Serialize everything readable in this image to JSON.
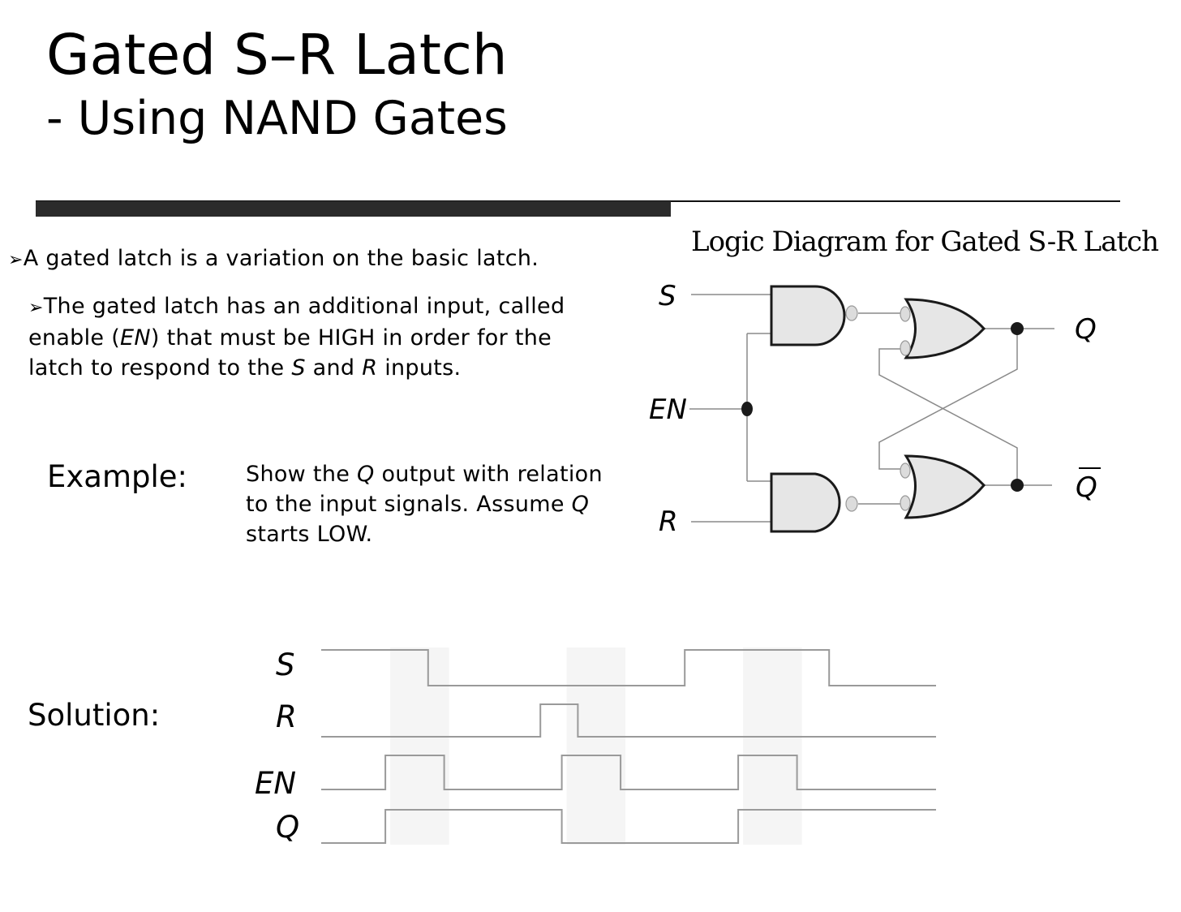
{
  "slide": {
    "title": "Gated S–R Latch",
    "subtitle": "- Using NAND Gates"
  },
  "bullets": [
    {
      "level": 1,
      "marker": "➢",
      "text": "A gated latch is a variation on the basic latch."
    },
    {
      "level": 2,
      "marker": "➢",
      "parts": [
        "The gated latch has an additional input, called enable (",
        "EN",
        ") that must be HIGH in order for the latch to respond to the ",
        "S",
        " and ",
        "R",
        " inputs."
      ]
    }
  ],
  "example": {
    "label": "Example:",
    "parts": [
      "Show the ",
      "Q",
      " output with relation to the input signals. Assume ",
      "Q",
      " starts LOW."
    ]
  },
  "solution": {
    "label": "Solution:"
  },
  "logic_diagram": {
    "title": "Logic Diagram for Gated S-R Latch",
    "inputs": [
      "S",
      "EN",
      "R"
    ],
    "outputs": [
      "Q",
      "Q̄"
    ],
    "output_labels": {
      "q": "Q",
      "q_bar": "Q"
    },
    "gates": [
      {
        "id": "gate-and-s",
        "type": "NAND (AND with inverted output)",
        "inputs": [
          "S",
          "EN"
        ]
      },
      {
        "id": "gate-and-r",
        "type": "NAND (AND with inverted output)",
        "inputs": [
          "EN",
          "R"
        ]
      },
      {
        "id": "gate-or-q",
        "type": "negative-OR (NAND)",
        "inputs": [
          "gate-and-s",
          "Q̄"
        ],
        "output": "Q"
      },
      {
        "id": "gate-or-qbar",
        "type": "negative-OR (NAND)",
        "inputs": [
          "Q",
          "gate-and-r"
        ],
        "output": "Q̄"
      }
    ],
    "colors": {
      "gate_fill": "#e6e6e6",
      "gate_stroke": "#1a1a1a",
      "wire": "#8a8a8a",
      "bubble": "#d8d8d8"
    }
  },
  "timing_diagram": {
    "signals": [
      {
        "name": "S",
        "label": "S",
        "initial": 1,
        "edges": [
          2,
          6.8,
          9.5
        ]
      },
      {
        "name": "R",
        "label": "R",
        "initial": 0,
        "edges": [
          4.1,
          4.8
        ]
      },
      {
        "name": "EN",
        "label": "EN",
        "initial": 0,
        "edges": [
          1.2,
          2.3,
          4.5,
          5.6,
          7.8,
          8.9
        ]
      },
      {
        "name": "Q",
        "label": "Q",
        "initial": 0,
        "edges": [
          1.2,
          4.5,
          7.8
        ]
      }
    ],
    "time_range": [
      0,
      11.5
    ],
    "enable_windows": [
      [
        1.2,
        2.3
      ],
      [
        4.5,
        5.6
      ],
      [
        7.8,
        8.9
      ]
    ],
    "colors": {
      "wave": "#9a9a9a",
      "window": "#f5f5f5"
    }
  }
}
